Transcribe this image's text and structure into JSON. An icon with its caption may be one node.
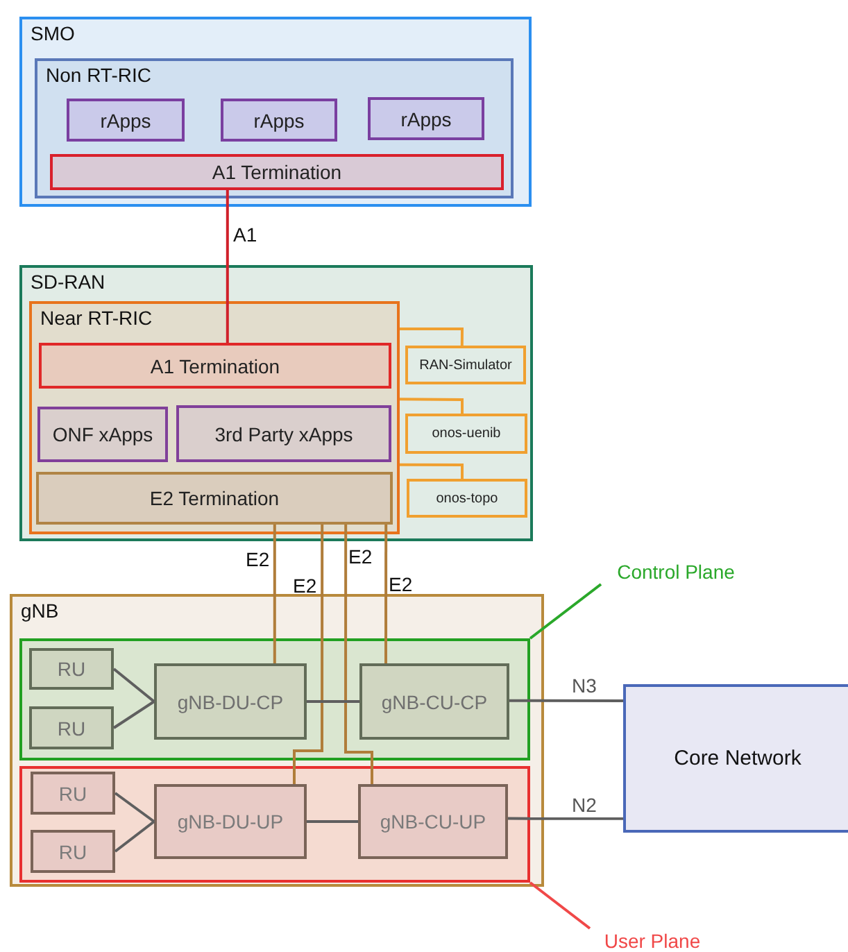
{
  "diagram": {
    "nodes": [
      {
        "text": [
          "SMO"
        ]
      },
      {
        "text": [
          "Non RT-RIC"
        ],
        "in": 0
      },
      {
        "text": [
          "rApps"
        ],
        "in": 1
      },
      {
        "text": [
          "rApps"
        ],
        "in": 1
      },
      {
        "text": [
          "rApps"
        ],
        "in": 1
      },
      {
        "text": [
          "A1 Termination"
        ],
        "in": 1
      },
      {
        "text": [
          "SD-RAN"
        ]
      },
      {
        "text": [
          "Near RT-RIC"
        ],
        "in": 6
      },
      {
        "text": [
          "A1 Termination"
        ],
        "in": 7
      },
      {
        "text": [
          "ONF xApps"
        ],
        "in": 7
      },
      {
        "text": [
          "3rd Party xApps"
        ],
        "in": 7
      },
      {
        "text": [
          "E2 Termination"
        ],
        "in": 7
      },
      {
        "text": [
          "RAN-Simulator"
        ],
        "in": 6
      },
      {
        "text": [
          "onos-uenib"
        ],
        "in": 6
      },
      {
        "text": [
          "onos-topo"
        ],
        "in": 6
      },
      {
        "text": [
          "gNB"
        ]
      },
      {
        "text": [],
        "shape": "box",
        "in": 15
      },
      {
        "text": [
          "RU"
        ],
        "in": 16
      },
      {
        "text": [
          "RU"
        ],
        "in": 16
      },
      {
        "text": [
          "gNB-DU-CP"
        ],
        "in": 16
      },
      {
        "text": [
          "gNB-CU-CP"
        ],
        "in": 16
      },
      {
        "text": [],
        "shape": "box",
        "in": 15
      },
      {
        "text": [
          "RU"
        ],
        "in": 21
      },
      {
        "text": [
          "RU"
        ],
        "in": 21
      },
      {
        "text": [
          "gNB-DU-UP"
        ],
        "in": 21
      },
      {
        "text": [
          "gNB-CU-UP"
        ],
        "in": 21
      },
      {
        "text": [
          "Core Network"
        ]
      },
      {
        "text": [
          "Control Plane"
        ]
      },
      {
        "text": [
          "User Plane"
        ]
      }
    ],
    "edges": [
      {
        "from": 5,
        "to": 8,
        "arrow": "none",
        "label": "A1",
        "color": "#d0202a"
      },
      {
        "from": 7,
        "to": 12,
        "arrow": "none",
        "color": "#f0a030"
      },
      {
        "from": 7,
        "to": 13,
        "arrow": "none",
        "color": "#f0a030"
      },
      {
        "from": 7,
        "to": 14,
        "arrow": "none",
        "color": "#f0a030"
      },
      {
        "from": 11,
        "to": 19,
        "arrow": "none",
        "label": "E2",
        "color": "#b07d3a"
      },
      {
        "from": 11,
        "to": 24,
        "arrow": "none",
        "label": "E2",
        "color": "#b07d3a"
      },
      {
        "from": 11,
        "to": 25,
        "arrow": "none",
        "label": "E2",
        "color": "#b07d3a"
      },
      {
        "from": 11,
        "to": 20,
        "arrow": "none",
        "label": "E2",
        "color": "#b07d3a"
      },
      {
        "from": 17,
        "to": 19,
        "arrow": "none"
      },
      {
        "from": 18,
        "to": 19,
        "arrow": "none"
      },
      {
        "from": 22,
        "to": 24,
        "arrow": "none"
      },
      {
        "from": 23,
        "to": 24,
        "arrow": "none"
      },
      {
        "from": 19,
        "to": 20,
        "arrow": "none"
      },
      {
        "from": 24,
        "to": 25,
        "arrow": "none"
      },
      {
        "from": 20,
        "to": 26,
        "arrow": "none",
        "label": "N3"
      },
      {
        "from": 25,
        "to": 26,
        "arrow": "none",
        "label": "N2"
      },
      {
        "from": 27,
        "to": 16,
        "arrow": "none",
        "color": "#2aa82a"
      },
      {
        "from": 28,
        "to": 21,
        "arrow": "none",
        "color": "#f04848"
      }
    ]
  }
}
